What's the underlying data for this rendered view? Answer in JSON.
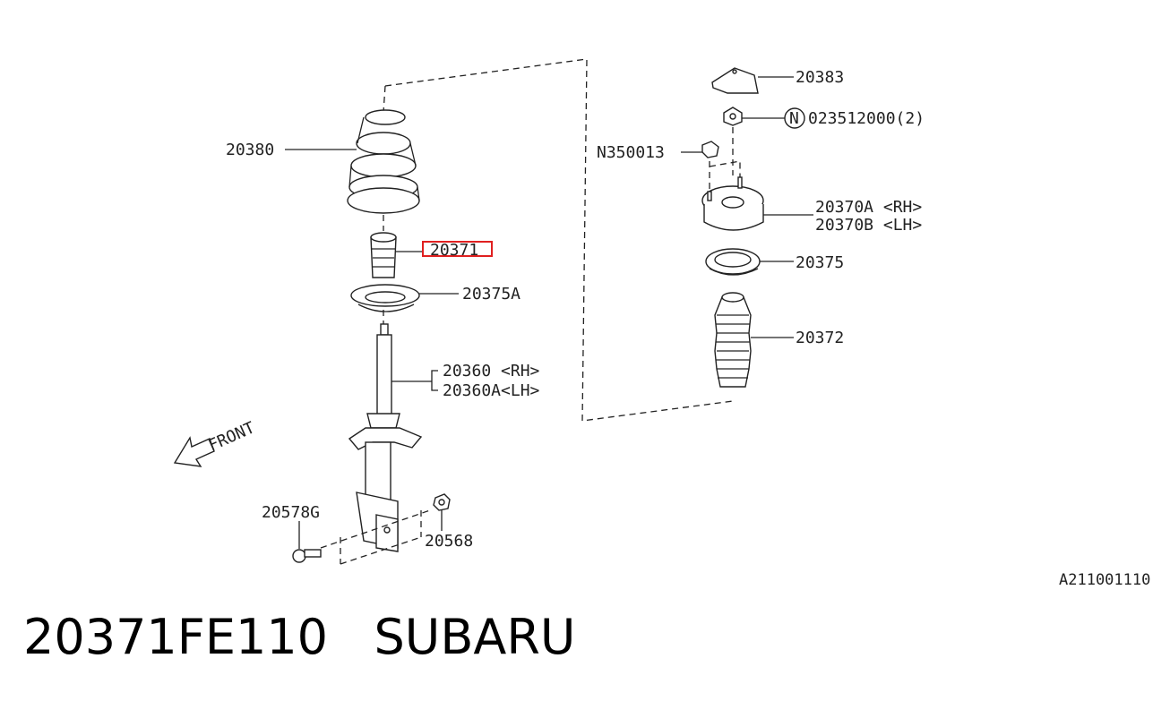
{
  "diagram": {
    "labels": {
      "spring": "20380",
      "bump_stop": "20371",
      "spring_seat_lower": "20375A",
      "strut_rh": "20360 <RH>",
      "strut_lh": "20360A<LH>",
      "front": "FRONT",
      "bolt": "20578G",
      "nut_lower": "20568",
      "cap": "20383",
      "nut_top_marker": "N",
      "nut_top": "023512000(2)",
      "nut_small": "N350013",
      "mount_rh": "20370A <RH>",
      "mount_lh": "20370B <LH>",
      "bearing": "20375",
      "boot": "20372",
      "diagram_code": "A211001110"
    },
    "highlight_color": "#e02020"
  },
  "footer": {
    "title": "20371FE110   SUBARU"
  }
}
